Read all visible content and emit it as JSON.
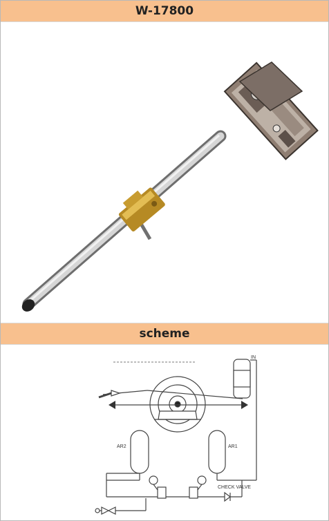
{
  "product": {
    "code": "W-17800"
  },
  "scheme_section": {
    "title": "scheme",
    "labels": {
      "in": "IN",
      "ar1": "AR1",
      "ar2": "AR2",
      "check_valve": "CHECK VALVE"
    }
  },
  "colors": {
    "header_bg": "#f8c08e",
    "border": "#b8b8b8"
  }
}
